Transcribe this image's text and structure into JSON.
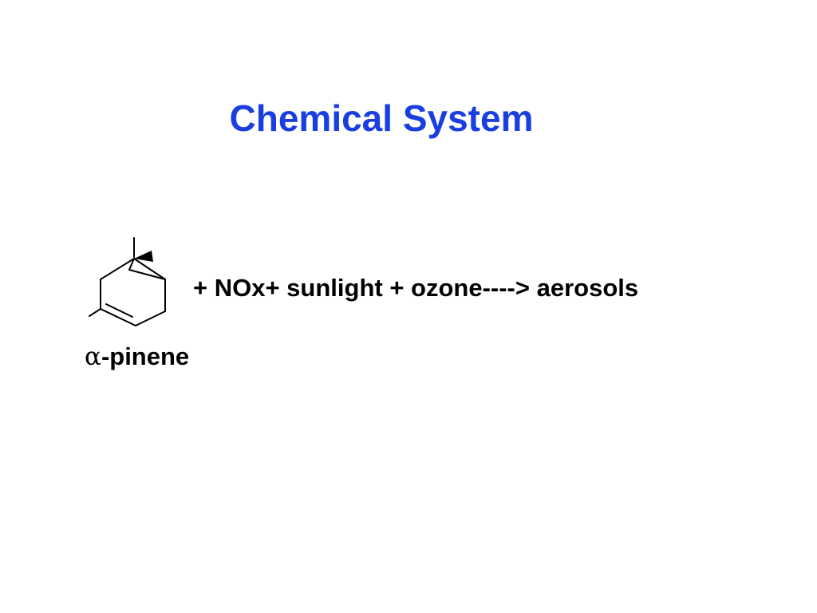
{
  "slide": {
    "title": "Chemical System",
    "title_color": "#1a3fe0",
    "reaction_text": "+ NOx+ sunlight + ozone----> aerosols",
    "molecule": {
      "name_prefix": "α",
      "name_suffix": "-pinene"
    }
  }
}
